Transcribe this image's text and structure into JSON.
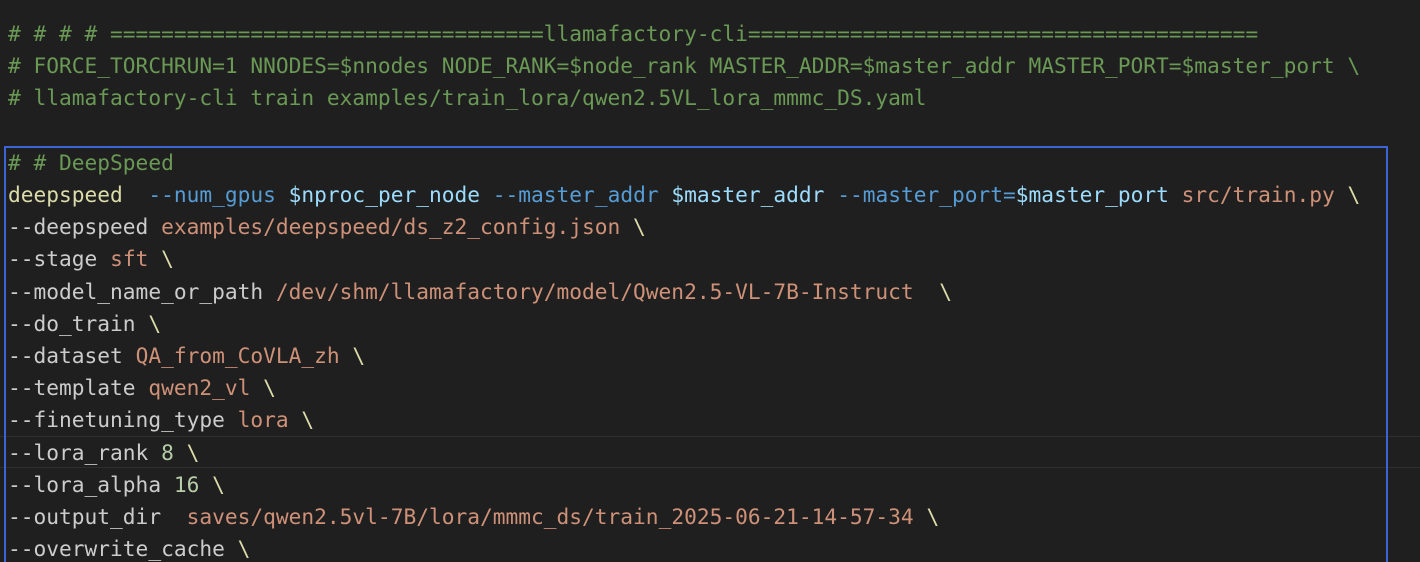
{
  "colors": {
    "background": "#1f1f1f",
    "comment": "#6a9955",
    "command": "#dcdcaa",
    "variable": "#9cdcfe",
    "flag": "#569cd6",
    "string": "#ce9178",
    "number": "#b5cea8",
    "plain": "#cccccc",
    "selection_border": "#3b64d6"
  },
  "lines": [
    {
      "tokens": [
        {
          "t": "# # # # ==================================llamafactory-cli========================================",
          "k": "comment"
        }
      ]
    },
    {
      "tokens": [
        {
          "t": "# FORCE_TORCHRUN=1 NNODES=$nnodes NODE_RANK=$node_rank MASTER_ADDR=$master_addr MASTER_PORT=$master_port \\",
          "k": "comment"
        }
      ]
    },
    {
      "tokens": [
        {
          "t": "# llamafactory-cli train examples/train_lora/qwen2.5VL_lora_mmmc_DS.yaml",
          "k": "comment"
        }
      ]
    },
    {
      "tokens": []
    },
    {
      "tokens": [
        {
          "t": "# # DeepSpeed",
          "k": "comment"
        }
      ]
    },
    {
      "tokens": [
        {
          "t": "deepspeed",
          "k": "func"
        },
        {
          "t": "  ",
          "k": "text"
        },
        {
          "t": "--num_gpus",
          "k": "flag"
        },
        {
          "t": " ",
          "k": "text"
        },
        {
          "t": "$nproc_per_node",
          "k": "var"
        },
        {
          "t": " ",
          "k": "text"
        },
        {
          "t": "--master_addr",
          "k": "flag"
        },
        {
          "t": " ",
          "k": "text"
        },
        {
          "t": "$master_addr",
          "k": "var"
        },
        {
          "t": " ",
          "k": "text"
        },
        {
          "t": "--master_port=",
          "k": "flag"
        },
        {
          "t": "$master_port",
          "k": "var"
        },
        {
          "t": " ",
          "k": "text"
        },
        {
          "t": "src/train.py",
          "k": "str"
        },
        {
          "t": " \\",
          "k": "func"
        }
      ]
    },
    {
      "tokens": [
        {
          "t": "--deepspeed ",
          "k": "text"
        },
        {
          "t": "examples/deepspeed/ds_z2_config.json",
          "k": "str"
        },
        {
          "t": " \\",
          "k": "func"
        }
      ]
    },
    {
      "tokens": [
        {
          "t": "--stage ",
          "k": "text"
        },
        {
          "t": "sft",
          "k": "str"
        },
        {
          "t": " \\",
          "k": "func"
        }
      ]
    },
    {
      "tokens": [
        {
          "t": "--model_name_or_path ",
          "k": "text"
        },
        {
          "t": "/dev/shm/llamafactory/model/Qwen2.5-VL-7B-Instruct",
          "k": "str"
        },
        {
          "t": "  \\",
          "k": "func"
        }
      ]
    },
    {
      "tokens": [
        {
          "t": "--do_train",
          "k": "text"
        },
        {
          "t": " \\",
          "k": "func"
        }
      ]
    },
    {
      "tokens": [
        {
          "t": "--dataset ",
          "k": "text"
        },
        {
          "t": "QA_from_CoVLA_zh",
          "k": "str"
        },
        {
          "t": " \\",
          "k": "func"
        }
      ]
    },
    {
      "tokens": [
        {
          "t": "--template ",
          "k": "text"
        },
        {
          "t": "qwen2_vl",
          "k": "str"
        },
        {
          "t": " \\",
          "k": "func"
        }
      ]
    },
    {
      "tokens": [
        {
          "t": "--finetuning_type ",
          "k": "text"
        },
        {
          "t": "lora",
          "k": "str"
        },
        {
          "t": " \\",
          "k": "func"
        }
      ]
    },
    {
      "tokens": [
        {
          "t": "--lora_rank ",
          "k": "text"
        },
        {
          "t": "8",
          "k": "num"
        },
        {
          "t": " \\",
          "k": "func"
        }
      ]
    },
    {
      "tokens": [
        {
          "t": "--lora_alpha ",
          "k": "text"
        },
        {
          "t": "16",
          "k": "num"
        },
        {
          "t": " \\",
          "k": "func"
        }
      ]
    },
    {
      "tokens": [
        {
          "t": "--output_dir  ",
          "k": "text"
        },
        {
          "t": "saves/qwen2.5vl-7B/lora/mmmc_ds/train_2025-06-21-14-57-34",
          "k": "str"
        },
        {
          "t": " \\",
          "k": "func"
        }
      ]
    },
    {
      "tokens": [
        {
          "t": "--overwrite_cache",
          "k": "text"
        },
        {
          "t": " \\",
          "k": "func"
        }
      ]
    }
  ]
}
